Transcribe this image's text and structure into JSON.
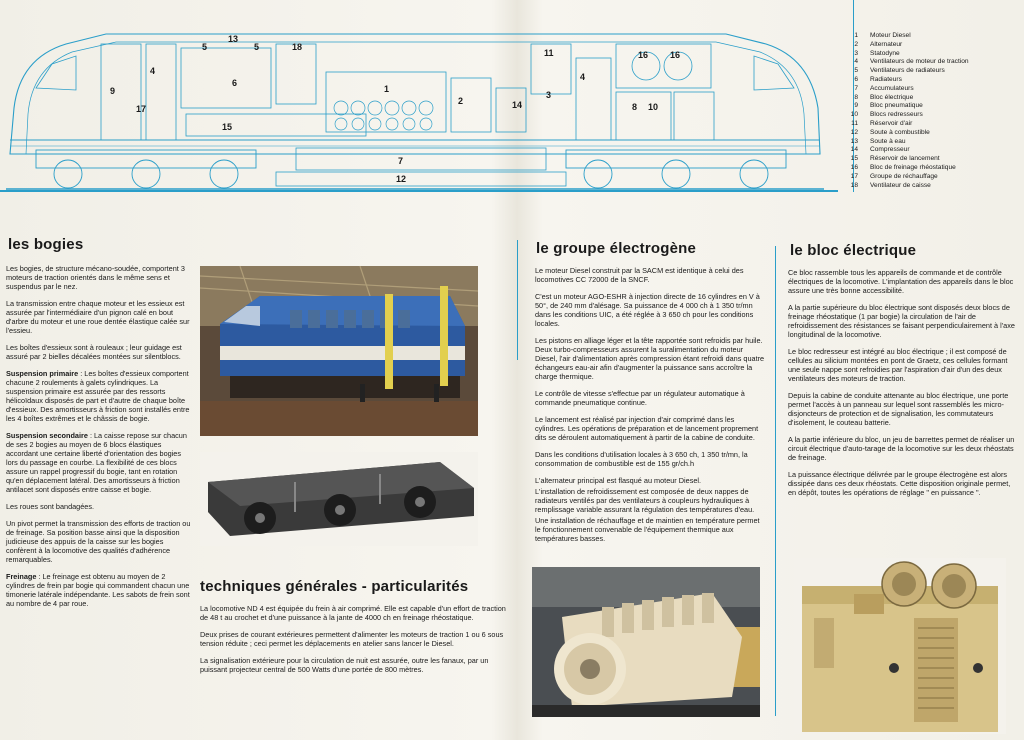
{
  "legend": [
    {
      "num": "1",
      "text": "Moteur Diesel"
    },
    {
      "num": "2",
      "text": "Alternateur"
    },
    {
      "num": "3",
      "text": "Statodyne"
    },
    {
      "num": "4",
      "text": "Ventilateurs de moteur de traction"
    },
    {
      "num": "5",
      "text": "Ventilateurs de radiateurs"
    },
    {
      "num": "6",
      "text": "Radiateurs"
    },
    {
      "num": "7",
      "text": "Accumulateurs"
    },
    {
      "num": "8",
      "text": "Bloc électrique"
    },
    {
      "num": "9",
      "text": "Bloc pneumatique"
    },
    {
      "num": "10",
      "text": "Blocs redresseurs"
    },
    {
      "num": "11",
      "text": "Réservoir d'air"
    },
    {
      "num": "12",
      "text": "Soute à combustible"
    },
    {
      "num": "13",
      "text": "Soute à eau"
    },
    {
      "num": "14",
      "text": "Compresseur"
    },
    {
      "num": "15",
      "text": "Réservoir de lancement"
    },
    {
      "num": "16",
      "text": "Bloc de freinage rhéostatique"
    },
    {
      "num": "17",
      "text": "Groupe de réchauffage"
    },
    {
      "num": "18",
      "text": "Ventilateur de caisse"
    }
  ],
  "diagram_labels": [
    "1",
    "2",
    "3",
    "4",
    "4",
    "5",
    "5",
    "6",
    "7",
    "8",
    "9",
    "10",
    "11",
    "12",
    "13",
    "14",
    "15",
    "16",
    "16",
    "17",
    "18"
  ],
  "bogies": {
    "heading": "les bogies",
    "p1": "Les bogies, de structure mécano-soudée, comportent 3 moteurs de traction orientés dans le même sens et suspendus par le nez.",
    "p2": "La transmission entre chaque moteur et les essieux est assurée par l'intermédiaire d'un pignon calé en bout d'arbre du moteur et une roue dentée élastique calée sur l'essieu.",
    "p3": "Les boîtes d'essieux sont à rouleaux ; leur guidage est assuré par 2 bielles décalées montées sur silentblocs.",
    "p4_title": "Suspension primaire",
    "p4": " : Les boîtes d'essieux comportent chacune 2 roulements à galets cylindriques. La suspension primaire est assurée par des ressorts hélicoïdaux disposés de part et d'autre de chaque boîte d'essieux. Des amortisseurs à friction sont installés entre les 4 boîtes extrêmes et le châssis de bogie.",
    "p5_title": "Suspension secondaire",
    "p5": " : La caisse repose sur chacun de ses 2 bogies au moyen de 6 blocs élastiques accordant une certaine liberté d'orientation des bogies lors du passage en courbe. La flexibilité de ces blocs assure un rappel progressif du bogie, tant en rotation qu'en déplacement latéral. Des amortisseurs à friction antilacet sont disposés entre caisse et bogie.",
    "p6": "Les roues sont bandagées.",
    "p7": "Un pivot permet la transmission des efforts de traction ou de freinage. Sa position basse ainsi que la disposition judicieuse des appuis de la caisse sur les bogies confèrent à la locomotive des qualités d'adhérence remarquables.",
    "p8_title": "Freinage",
    "p8": " : Le freinage est obtenu au moyen de 2 cylindres de frein par bogie qui commandent chacun une timonerie latérale indépendante. Les sabots de frein sont au nombre de 4 par roue."
  },
  "techniques": {
    "heading": "techniques générales - particularités",
    "p1": "La locomotive ND 4 est équipée du frein à air comprimé. Elle est capable d'un effort de traction de 48 t au crochet et d'une puissance à la jante de 4000 ch en freinage rhéostatique.",
    "p2": "Deux prises de courant extérieures permettent d'alimenter les moteurs de traction 1 ou 6 sous tension réduite ; ceci permet les déplacements en atelier sans lancer le Diesel.",
    "p3": "La signalisation extérieure pour la circulation de nuit est assurée, outre les fanaux, par un puissant projecteur central de 500 Watts d'une portée de 800 mètres."
  },
  "groupe": {
    "heading": "le groupe électrogène",
    "p1": "Le moteur Diesel construit par la SACM est identique à celui des locomotives CC 72000 de la SNCF.",
    "p2": "C'est un moteur AGO-ESHR à injection directe de 16 cylindres en V à 50°, de 240 mm d'alésage. Sa puissance de 4 000 ch à 1 350 tr/mn dans les conditions UIC, a été réglée à 3 650 ch pour les conditions locales.",
    "p3": "Les pistons en alliage léger et la tête rapportée sont refroidis par huile. Deux turbo-compresseurs assurent la suralimentation du moteur Diesel, l'air d'alimentation après compression étant refroidi dans quatre échangeurs eau-air afin d'augmenter la puissance sans accroître la charge thermique.",
    "p4": "Le contrôle de vitesse s'effectue par un régulateur automatique à commande pneumatique continue.",
    "p5": "Le lancement est réalisé par injection d'air comprimé dans les cylindres. Les opérations de préparation et de lancement proprement dits se déroulent automatiquement à partir de la cabine de conduite.",
    "p6": "Dans les conditions d'utilisation locales à 3 650 ch, 1 350 tr/mn, la consommation de combustible est de 155 gr/ch.h",
    "p7": "L'alternateur principal est flasqué au moteur Diesel.",
    "p8": "L'installation de refroidissement est composée de deux nappes de radiateurs ventilés par des ventilateurs à coupleurs hydrauliques à remplissage variable assurant la régulation des températures d'eau.",
    "p9": "Une installation de réchauffage et de maintien en température permet le fonctionnement convenable de l'équipement thermique aux températures basses."
  },
  "bloc": {
    "heading": "le bloc électrique",
    "p1": "Ce bloc rassemble tous les appareils de commande et de contrôle électriques de la locomotive. L'implantation des appareils dans le bloc assure une très bonne accessibilité.",
    "p2": "A la partie supérieure du bloc électrique sont disposés deux blocs de freinage rhéostatique (1 par bogie) la circulation de l'air de refroidissement des résistances se faisant perpendiculairement à l'axe longitudinal de la locomotive.",
    "p3": "Le bloc redresseur est intégré au bloc électrique ; il est composé de cellules au silicium montées en pont de Graetz, ces cellules formant une seule nappe sont refroidies par l'aspiration d'air d'un des deux ventilateurs des moteurs de traction.",
    "p4": "Depuis la cabine de conduite attenante au bloc électrique, une porte permet l'accès à un panneau sur lequel sont rassemblés les micro-disjoncteurs de protection et de signalisation, les commutateurs d'isolement, le couteau batterie.",
    "p5": "A la partie inférieure du bloc, un jeu de barrettes permet de réaliser un circuit électrique d'auto-tarage de la locomotive sur les deux rhéostats de freinage.",
    "p6": "La puissance électrique délivrée par le groupe électrogène est alors dissipée dans ces deux rhéostats. Cette disposition originale permet, en dépôt, toutes les opérations de réglage \" en puissance \"."
  }
}
